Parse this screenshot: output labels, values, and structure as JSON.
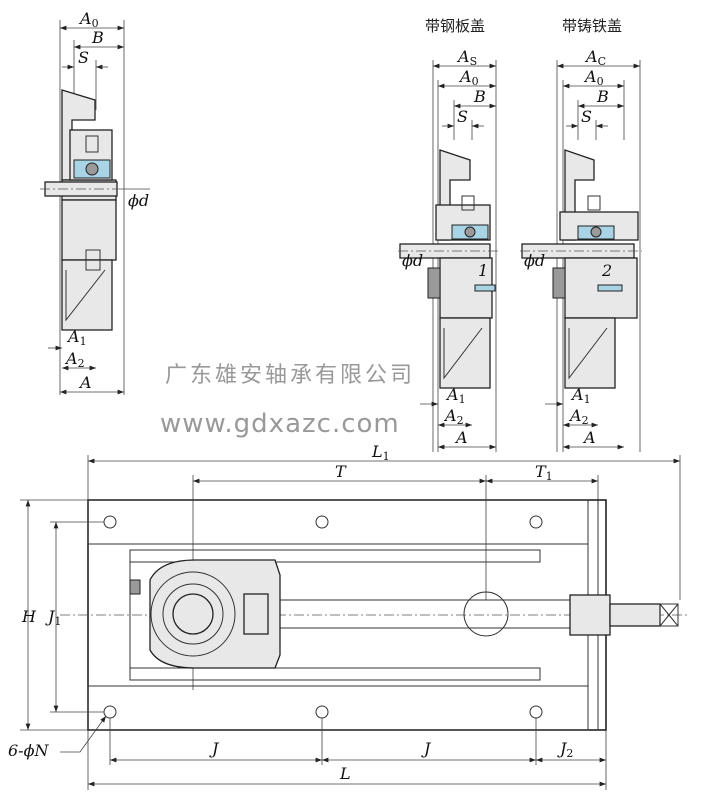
{
  "captions": {
    "steel_cover": "带钢板盖",
    "cast_iron_cover": "带铸铁盖"
  },
  "watermark": {
    "company": "广东雄安轴承有限公司",
    "website": "www.gdxazc.com"
  },
  "left_view": {
    "A0": "A",
    "A0_sub": "0",
    "B": "B",
    "S": "S",
    "phi_d": "ϕd",
    "A1": "A",
    "A1_sub": "1",
    "A2": "A",
    "A2_sub": "2",
    "A": "A"
  },
  "steel_view": {
    "As": "A",
    "As_sub": "S",
    "A0": "A",
    "A0_sub": "0",
    "B": "B",
    "S": "S",
    "phi_d": "ϕd",
    "note": "1",
    "A1": "A",
    "A1_sub": "1",
    "A2": "A",
    "A2_sub": "2",
    "A": "A"
  },
  "cast_view": {
    "Ac": "A",
    "Ac_sub": "C",
    "A0": "A",
    "A0_sub": "0",
    "B": "B",
    "S": "S",
    "phi_d": "ϕd",
    "note": "2",
    "A1": "A",
    "A1_sub": "1",
    "A2": "A",
    "A2_sub": "2",
    "A": "A"
  },
  "plan_view": {
    "L1": "L",
    "L1_sub": "1",
    "T": "T",
    "T1": "T",
    "T1_sub": "1",
    "H": "H",
    "J1": "J",
    "J1_sub": "1",
    "holes": "6-ϕN",
    "J_left": "J",
    "J_right": "J",
    "J2": "J",
    "J2_sub": "2",
    "L": "L"
  }
}
